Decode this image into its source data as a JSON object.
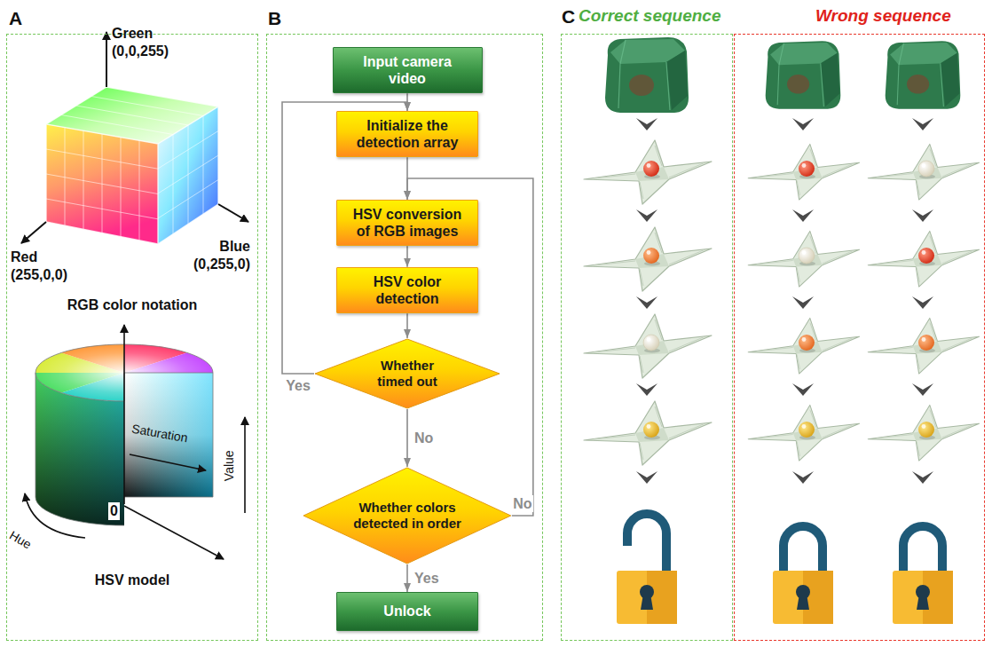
{
  "diagram": {
    "nodes": [
      {
        "text": [
          "A"
        ]
      },
      {
        "text": [
          "B"
        ]
      },
      {
        "text": [
          "Input camera video"
        ],
        "in": 1
      },
      {
        "text": [
          "Initialize the detection array"
        ],
        "in": 1
      },
      {
        "text": [
          "HSV conversion of RGB images"
        ],
        "in": 1
      },
      {
        "text": [
          "HSV color detection"
        ],
        "in": 1
      },
      {
        "text": [
          "Whether timed out"
        ],
        "in": 1
      },
      {
        "text": [
          "Whether colors detected in order"
        ],
        "in": 1
      },
      {
        "text": [
          "Unlock"
        ],
        "in": 1
      },
      {
        "text": [
          "Correct sequence"
        ]
      },
      {
        "text": [
          "Wrong sequence"
        ]
      }
    ],
    "edges": [
      {
        "from": 2,
        "to": 3,
        "arrow": "to"
      },
      {
        "from": 3,
        "to": 4,
        "arrow": "to"
      },
      {
        "from": 4,
        "to": 5,
        "arrow": "to"
      },
      {
        "from": 5,
        "to": 6,
        "arrow": "to"
      },
      {
        "from": 6,
        "to": 3,
        "label": "Yes",
        "arrow": "to"
      },
      {
        "from": 6,
        "to": 7,
        "label": "No",
        "arrow": "to"
      },
      {
        "from": 7,
        "to": 4,
        "label": "No",
        "arrow": "to"
      },
      {
        "from": 7,
        "to": 8,
        "label": "Yes",
        "arrow": "to"
      }
    ],
    "labels": [
      "Green (0,0,255)",
      "Red (255,0,0)",
      "Blue (0,255,0)",
      "RGB color notation",
      "Hue",
      "Saturation",
      "Value",
      "0",
      "HSV model",
      "C"
    ]
  }
}
